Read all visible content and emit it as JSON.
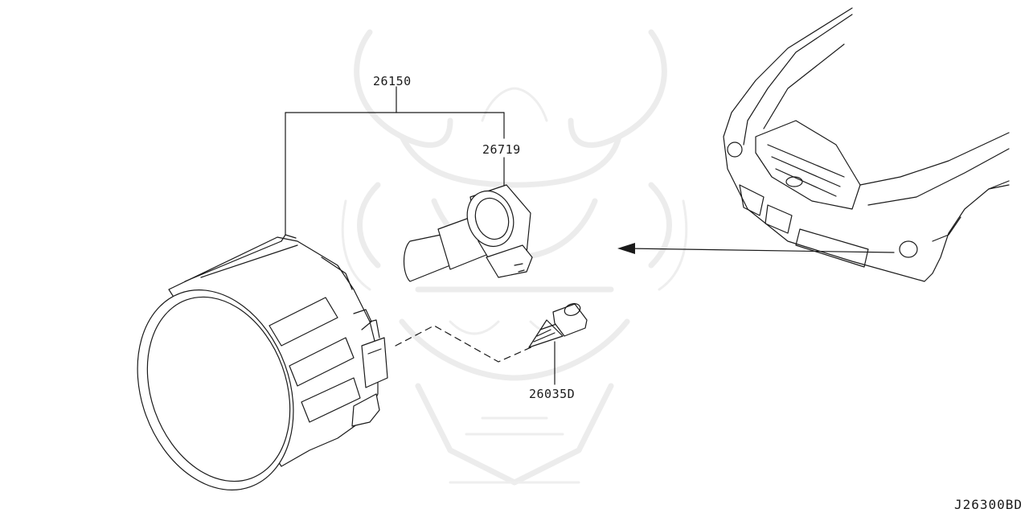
{
  "diagram": {
    "drawing_code": "J26300BD",
    "parts": [
      {
        "id": "housing",
        "label": "26150",
        "description_icon": "fog-lamp-assembly-icon"
      },
      {
        "id": "bulb",
        "label": "26719",
        "description_icon": "bulb-icon"
      },
      {
        "id": "screw",
        "label": "26035D",
        "description_icon": "screw-icon"
      }
    ],
    "colors": {
      "line": "#1a1a1a",
      "watermark": "#ececec",
      "background": "#ffffff"
    }
  }
}
